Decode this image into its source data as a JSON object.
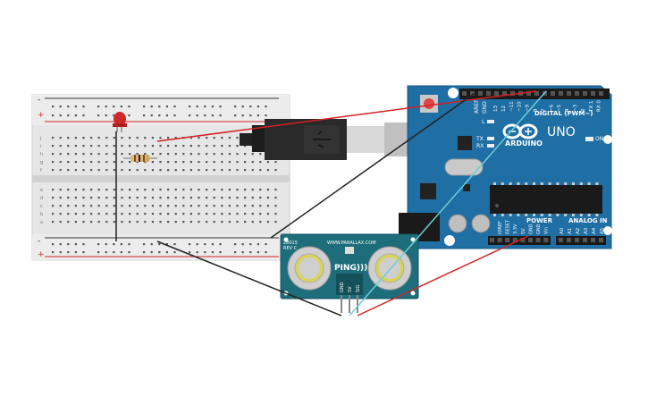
{
  "arduino": {
    "brand": "ARDUINO",
    "model": "UNO",
    "digital_label": "DIGITAL (PWM~)",
    "power_label": "POWER",
    "analog_label": "ANALOG IN",
    "on_label": "ON",
    "l_label": "L",
    "tx_label": "TX",
    "rx_label": "RX",
    "aref": "AREF",
    "gnd": "GND",
    "digital_pins": [
      "13",
      "12",
      "~11",
      "~10",
      "~9",
      "8",
      "7",
      "~6",
      "~5",
      "4",
      "~3",
      "2",
      "TX 1",
      "RX 0"
    ],
    "power_pins": [
      "IOREF",
      "RESET",
      "3.3V",
      "5V",
      "GND",
      "GND",
      "Vin"
    ],
    "analog_pins": [
      "A0",
      "A1",
      "A2",
      "A3",
      "A4",
      "A5"
    ]
  },
  "sensor": {
    "model": "28015",
    "rev": "REV C",
    "website": "WWW.PARALLAX.COM",
    "name": "PING)))",
    "pins": [
      "GND",
      "5V",
      "SIG"
    ]
  },
  "breadboard": {
    "row_letters_top": [
      "j",
      "i",
      "h",
      "g",
      "f"
    ],
    "row_letters_bottom": [
      "e",
      "d",
      "c",
      "b",
      "a"
    ],
    "rail_plus": "+",
    "rail_minus": "-"
  },
  "colors": {
    "board_blue": "#1f6ea4",
    "wire_red": "#d42222",
    "wire_black": "#222222",
    "wire_cyan": "#6ccfd8",
    "sensor_teal": "#1d6d7a"
  }
}
